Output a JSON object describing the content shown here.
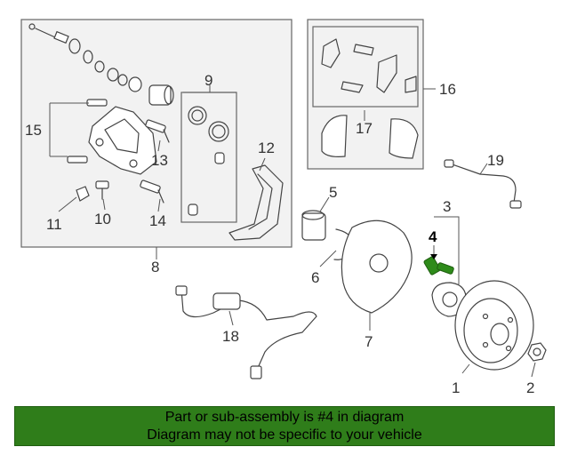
{
  "diagram": {
    "callouts": [
      "1",
      "2",
      "3",
      "4",
      "5",
      "6",
      "7",
      "8",
      "9",
      "10",
      "11",
      "12",
      "13",
      "14",
      "15",
      "16",
      "17",
      "18",
      "19"
    ],
    "highlighted_part": "4"
  },
  "colors": {
    "banner_bg": "#2f7d1a",
    "highlight_part": "#2e8b1a",
    "line": "#444444",
    "panel_bg": "#f2f2f2"
  },
  "banner": {
    "line1": "Part or sub-assembly is #4 in diagram",
    "line2": "Diagram may not be specific to your vehicle"
  }
}
